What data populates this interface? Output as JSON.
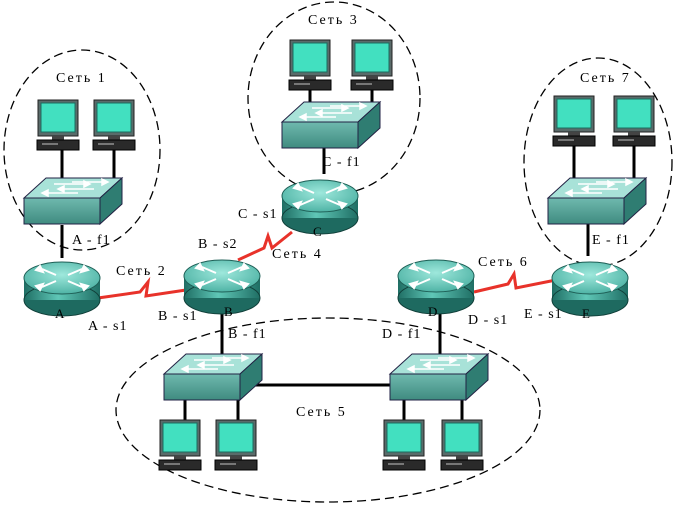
{
  "networks": {
    "net1": "Сеть 1",
    "net2": "Сеть 2",
    "net3": "Сеть 3",
    "net4": "Сеть 4",
    "net5": "Сеть 5",
    "net6": "Сеть 6",
    "net7": "Сеть 7"
  },
  "routers": {
    "A": "A",
    "B": "B",
    "C": "C",
    "D": "D",
    "E": "E"
  },
  "interfaces": {
    "A_f1": "A - f1",
    "A_s1": "A - s1",
    "B_s2": "B - s2",
    "B_s1": "B - s1",
    "B_f1": "B - f1",
    "C_s1": "C - s1",
    "C_f1": "C - f1",
    "D_f1": "D - f1",
    "D_s1": "D - s1",
    "E_s1": "E - s1",
    "E_f1": "E - f1"
  },
  "colors": {
    "device_teal": "#3f9e93",
    "device_top": "#7fd6c8",
    "screen": "#40e0c0",
    "serial_link": "#e8322a",
    "wire": "#000000"
  }
}
